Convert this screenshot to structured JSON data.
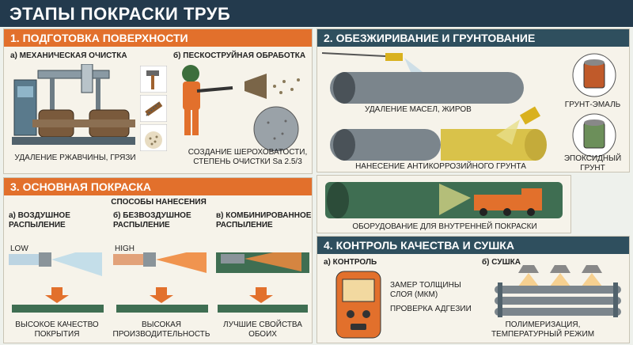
{
  "title": "ЭТАПЫ ПОКРАСКИ ТРУБ",
  "sections": {
    "prep": {
      "heading": "1. ПОДГОТОВКА ПОВЕРХНОСТИ",
      "mech_label": "а) МЕХАНИЧЕСКАЯ ОЧИСТКА",
      "sand_label": "б) ПЕСКОСТРУЙНАЯ ОБРАБОТКА",
      "mech_caption": "УДАЛЕНИЕ РЖАВЧИНЫ, ГРЯЗИ",
      "sand_caption_1": "СОЗДАНИЕ ШЕРОХОВАТОСТИ,",
      "sand_caption_2": "СТЕПЕНЬ ОЧИСТКИ Sa 2.5/3"
    },
    "degrease": {
      "heading": "2. ОБЕЗЖИРИВАНИЕ И ГРУНТОВАНИЕ",
      "caption_1": "УДАЛЕНИЕ МАСЕЛ, ЖИРОВ",
      "caption_2": "НАНЕСЕНИЕ АНТИКОРРОЗИЙНОГО ГРУНТА",
      "can_1": "ГРУНТ-ЭМАЛЬ",
      "can_2a": "ЭПОКСИДНЫЙ",
      "can_2b": "ГРУНТ",
      "inner_caption": "ОБОРУДОВАНИЕ ДЛЯ ВНУТРЕННЕЙ ПОКРАСКИ"
    },
    "paint": {
      "heading": "3. ОСНОВНАЯ ПОКРАСКА",
      "methods_title": "СПОСОБЫ НАНЕСЕНИЯ",
      "m1_a": "а) ВОЗДУШНОЕ",
      "m1_b": "РАСПЫЛЕНИЕ",
      "m2_a": "б) БЕЗВОЗДУШНОЕ",
      "m2_b": "РАСПЫЛЕНИЕ",
      "m3_a": "в) КОМБИНИРОВАННОЕ",
      "m3_b": "РАСПЫЛЕНИЕ",
      "low": "LOW",
      "high": "HIGH",
      "r1_a": "ВЫСОКОЕ КАЧЕСТВО",
      "r1_b": "ПОКРЫТИЯ",
      "r2_a": "ВЫСОКАЯ",
      "r2_b": "ПРОИЗВОДИТЕЛЬНОСТЬ",
      "r3_a": "ЛУЧШИЕ СВОЙСТВА",
      "r3_b": "ОБОИХ"
    },
    "qc": {
      "heading": "4. КОНТРОЛЬ КАЧЕСТВА И СУШКА",
      "control_label": "а) КОНТРОЛЬ",
      "dry_label": "б) СУШКА",
      "c1_a": "ЗАМЕР ТОЛЩИНЫ",
      "c1_b": "СЛОЯ (МКМ)",
      "c2": "ПРОВЕРКА АДГЕЗИИ",
      "d_a": "ПОЛИМЕРИЗАЦИЯ,",
      "d_b": "ТЕМПЕРАТУРНЫЙ РЕЖИМ"
    }
  },
  "colors": {
    "orange": "#e2702c",
    "teal": "#2f4f5e",
    "navy": "#233a4d",
    "pipe": "#7b858c",
    "primer": "#d9c24a",
    "green_pipe": "#3f6e52"
  }
}
